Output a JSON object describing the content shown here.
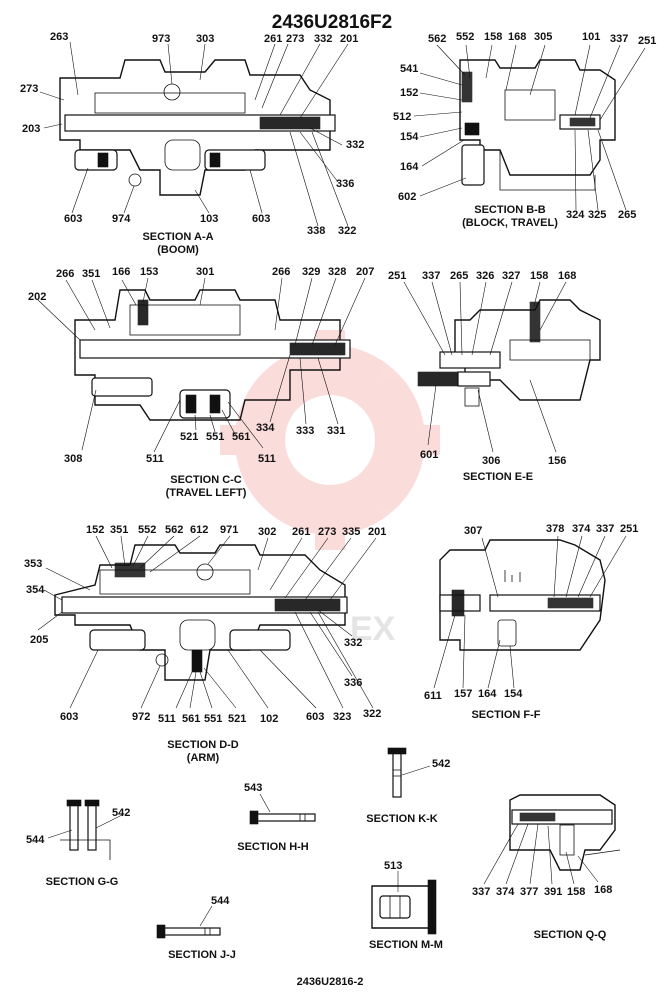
{
  "title": "2436U2816F2",
  "footer": "2436U2816-2",
  "watermark_text": "EX",
  "colors": {
    "ink": "#111111",
    "watermark": "#e8423f"
  },
  "sections": {
    "aa": {
      "title": "SECTION A-A",
      "subtitle": "(BOOM)",
      "labels": [
        "263",
        "973",
        "303",
        "261",
        "273",
        "332",
        "201",
        "273",
        "203",
        "332",
        "336",
        "603",
        "974",
        "103",
        "603",
        "338",
        "322"
      ]
    },
    "bb": {
      "title": "SECTION B-B",
      "subtitle": "(BLOCK, TRAVEL)",
      "labels": [
        "562",
        "552",
        "158",
        "168",
        "305",
        "101",
        "337",
        "251",
        "541",
        "152",
        "512",
        "154",
        "164",
        "602",
        "324",
        "325",
        "265"
      ]
    },
    "cc": {
      "title": "SECTION C-C",
      "subtitle": "(TRAVEL LEFT)",
      "labels": [
        "266",
        "351",
        "166",
        "153",
        "301",
        "266",
        "329",
        "328",
        "207",
        "202",
        "308",
        "511",
        "521",
        "551",
        "561",
        "511",
        "334",
        "333",
        "331"
      ]
    },
    "ee": {
      "title": "SECTION E-E",
      "subtitle": "",
      "labels": [
        "251",
        "337",
        "265",
        "326",
        "327",
        "158",
        "168",
        "601",
        "306",
        "156"
      ]
    },
    "dd": {
      "title": "SECTION D-D",
      "subtitle": "(ARM)",
      "labels": [
        "152",
        "351",
        "552",
        "562",
        "612",
        "971",
        "302",
        "261",
        "273",
        "335",
        "201",
        "353",
        "354",
        "205",
        "332",
        "336",
        "603",
        "972",
        "511",
        "561",
        "551",
        "521",
        "102",
        "603",
        "323",
        "322"
      ]
    },
    "ff": {
      "title": "SECTION F-F",
      "subtitle": "",
      "labels": [
        "307",
        "378",
        "374",
        "337",
        "251",
        "611",
        "157",
        "164",
        "154"
      ]
    },
    "gg": {
      "title": "SECTION G-G",
      "labels": [
        "544",
        "542"
      ]
    },
    "hh": {
      "title": "SECTION H-H",
      "labels": [
        "543"
      ]
    },
    "kk": {
      "title": "SECTION K-K",
      "labels": [
        "542"
      ]
    },
    "jj": {
      "title": "SECTION J-J",
      "labels": [
        "544"
      ]
    },
    "mm": {
      "title": "SECTION M-M",
      "labels": [
        "513"
      ]
    },
    "qq": {
      "title": "SECTION Q-Q",
      "labels": [
        "337",
        "374",
        "377",
        "391",
        "158",
        "168"
      ]
    }
  }
}
